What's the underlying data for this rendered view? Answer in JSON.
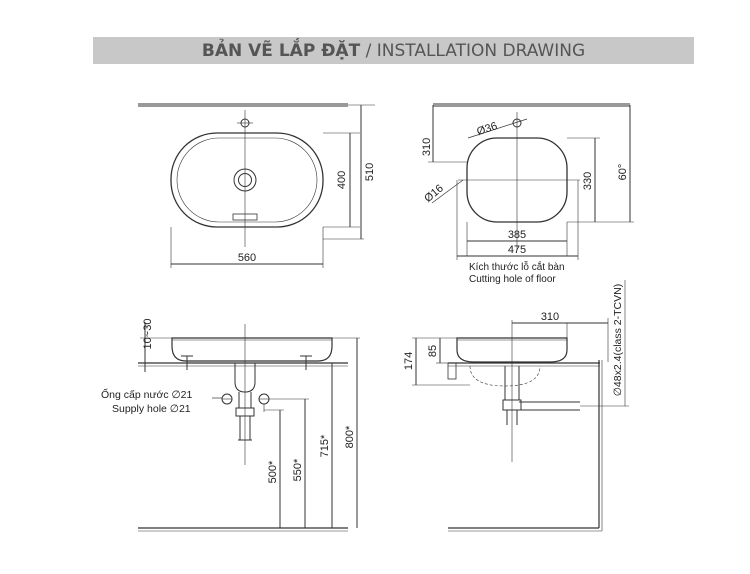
{
  "header": {
    "title_vn": "BẢN VẼ LẮP ĐẶT",
    "separator": " / ",
    "title_en": "INSTALLATION DRAWING",
    "background": "#c8c8c8",
    "text_color": "#555555"
  },
  "top_view": {
    "width_label": "560",
    "depth_outer_label": "510",
    "depth_inner_label": "400"
  },
  "cutout_view": {
    "depth_total_label": "310",
    "tap_hole_label": "Ø36",
    "depth_label": "330",
    "drain_hole_label": "Ø16",
    "inner_width_label": "385",
    "outer_width_label": "475",
    "angle_label": "60°",
    "caption_vn": "Kích thước lỗ cắt bàn",
    "caption_en": "Cutting hole of floor"
  },
  "front_view": {
    "counter_thickness_label": "10~30",
    "supply_vn": "Ống cấp nước ∅21",
    "supply_en": "Supply hole ∅21",
    "dim_500": "500*",
    "dim_550": "550*",
    "dim_715": "715*",
    "dim_800": "800*"
  },
  "side_view": {
    "depth_label": "310",
    "height_total_label": "174",
    "height_bowl_label": "85",
    "drain_pipe_label": "∅48x2.4(class 2-TCVN)"
  }
}
